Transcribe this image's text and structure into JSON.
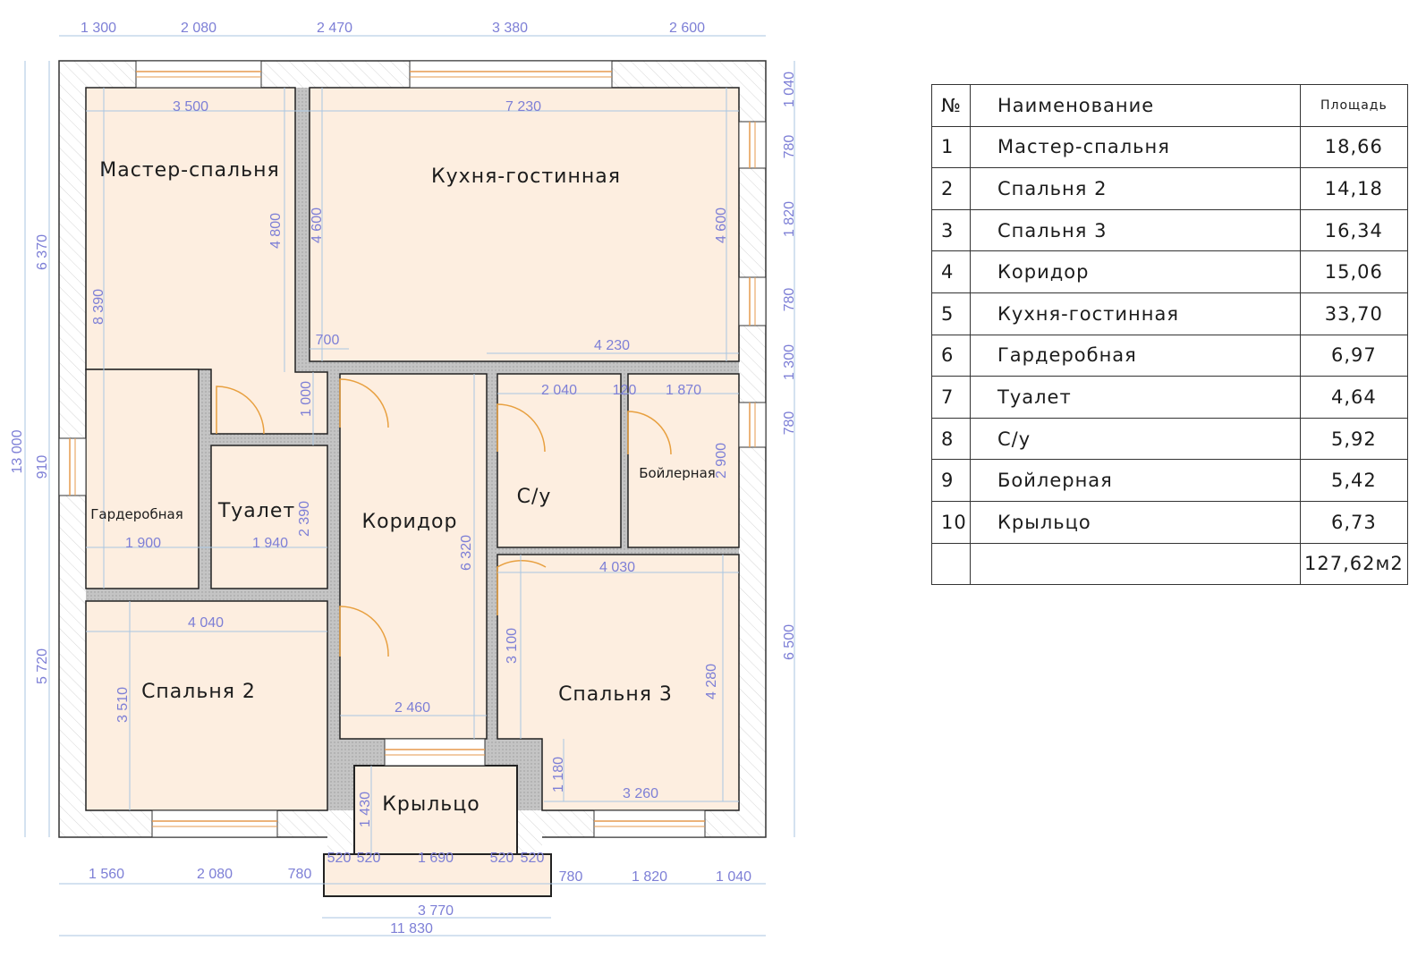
{
  "plan": {
    "rooms": {
      "master": "Мастер-спальня",
      "kitchen": "Кухня-гостинная",
      "wardrobe": "Гардеробная",
      "toilet": "Туалет",
      "corridor": "Коридор",
      "bathroom": "С/у",
      "boiler": "Бойлерная",
      "bedroom2": "Спальня 2",
      "bedroom3": "Спальня 3",
      "porch": "Крыльцо"
    },
    "dimensions": {
      "top": [
        "1 300",
        "2 080",
        "2 470",
        "3 380",
        "2 600"
      ],
      "bottom": [
        "1 560",
        "2 080",
        "780",
        "520",
        "520",
        "1 690",
        "520",
        "520",
        "780",
        "1 820",
        "1 040",
        "3 770",
        "11 830"
      ],
      "left": [
        "6 370",
        "13 000",
        "910",
        "5 720"
      ],
      "right": [
        "1 040",
        "780",
        "1 820",
        "780",
        "1 300",
        "780",
        "6 500"
      ],
      "inner": [
        "3 500",
        "7 230",
        "4 800",
        "4 600",
        "4 600",
        "8 390",
        "700",
        "4 230",
        "1 000",
        "2 040",
        "120",
        "1 870",
        "2 900",
        "1 900",
        "1 940",
        "2 390",
        "6 320",
        "4 030",
        "4 040",
        "3 510",
        "3 100",
        "4 280",
        "2 460",
        "1 180",
        "1 430",
        "3 260"
      ]
    },
    "colors": {
      "room_fill": "#fdeee0",
      "inner_wall": "#c9c9c9",
      "dimension": "#7d7fd6",
      "window": "#e59a4e",
      "door": "#e8a040"
    }
  },
  "legend": {
    "headers": {
      "num": "№",
      "name": "Наименование",
      "area": "Площадь"
    },
    "rows": [
      {
        "num": "1",
        "name": "Мастер-спальня",
        "area": "18,66"
      },
      {
        "num": "2",
        "name": "Спальня 2",
        "area": "14,18"
      },
      {
        "num": "3",
        "name": "Спальня 3",
        "area": "16,34"
      },
      {
        "num": "4",
        "name": "Коридор",
        "area": "15,06"
      },
      {
        "num": "5",
        "name": "Кухня-гостинная",
        "area": "33,70"
      },
      {
        "num": "6",
        "name": "Гардеробная",
        "area": "6,97"
      },
      {
        "num": "7",
        "name": "Туалет",
        "area": "4,64"
      },
      {
        "num": "8",
        "name": "С/у",
        "area": "5,92"
      },
      {
        "num": "9",
        "name": "Бойлерная",
        "area": "5,42"
      },
      {
        "num": "10",
        "name": "Крыльцо",
        "area": "6,73"
      }
    ],
    "total": "127,62м2"
  }
}
